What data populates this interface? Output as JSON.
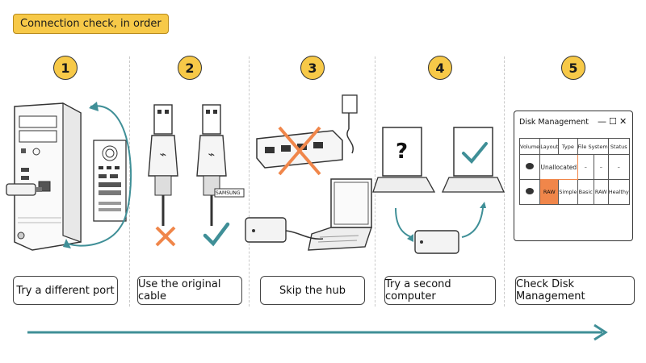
{
  "title": "Connection check, in order",
  "steps": [
    {
      "number": "1",
      "label": "Try a different port"
    },
    {
      "number": "2",
      "label": "Use the original cable"
    },
    {
      "number": "3",
      "label": "Skip the hub"
    },
    {
      "number": "4",
      "label": "Try a second computer"
    },
    {
      "number": "5",
      "label": "Check Disk Management"
    }
  ],
  "cable_brand": "SAMSUNG",
  "question_mark": "?",
  "disk_management": {
    "title": "Disk Management",
    "controls": [
      "—",
      "☐",
      "✕"
    ],
    "headers": [
      "Volume",
      "Layout",
      "Type",
      "File System",
      "Status"
    ],
    "row1": {
      "layout": "Unallocated",
      "type": "–",
      "fs": "–",
      "status": "–"
    },
    "row2": {
      "layout": "RAW",
      "type": "Simple",
      "fs": "Basic",
      "fs2": "RAW",
      "status": "Healthy"
    }
  },
  "colors": {
    "accent": "#f7c948",
    "teal": "#3f8f97",
    "cross": "#f0864a"
  }
}
